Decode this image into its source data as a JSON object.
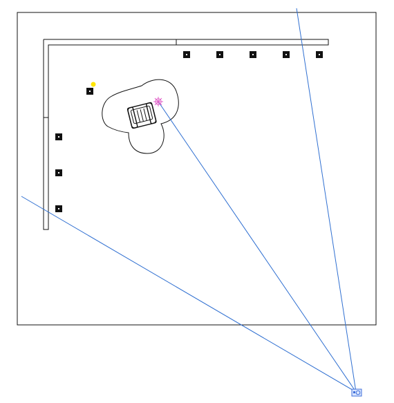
{
  "diagram": {
    "type": "floor-plan",
    "elements": {
      "room_outline": "room-boundary",
      "walls": [
        "top-wall",
        "left-wall"
      ],
      "fixtures": {
        "top_row_count": 5,
        "left_column_count": 3,
        "upper_left_marker": "small-square-fixture"
      },
      "indicator_dot": {
        "color": "#FFE600"
      },
      "chair": {
        "icon": "armchair-icon"
      },
      "camera": {
        "icon": "camera-icon",
        "color": "#3F6FD8"
      },
      "target_point": {
        "icon": "crosshair-target-icon",
        "color": "#E060C8"
      }
    },
    "colors": {
      "line": "#111111",
      "view_lines": "#2F6FD1",
      "fixture_fill": "#111111",
      "fixture_mark": "#ffffff"
    }
  }
}
